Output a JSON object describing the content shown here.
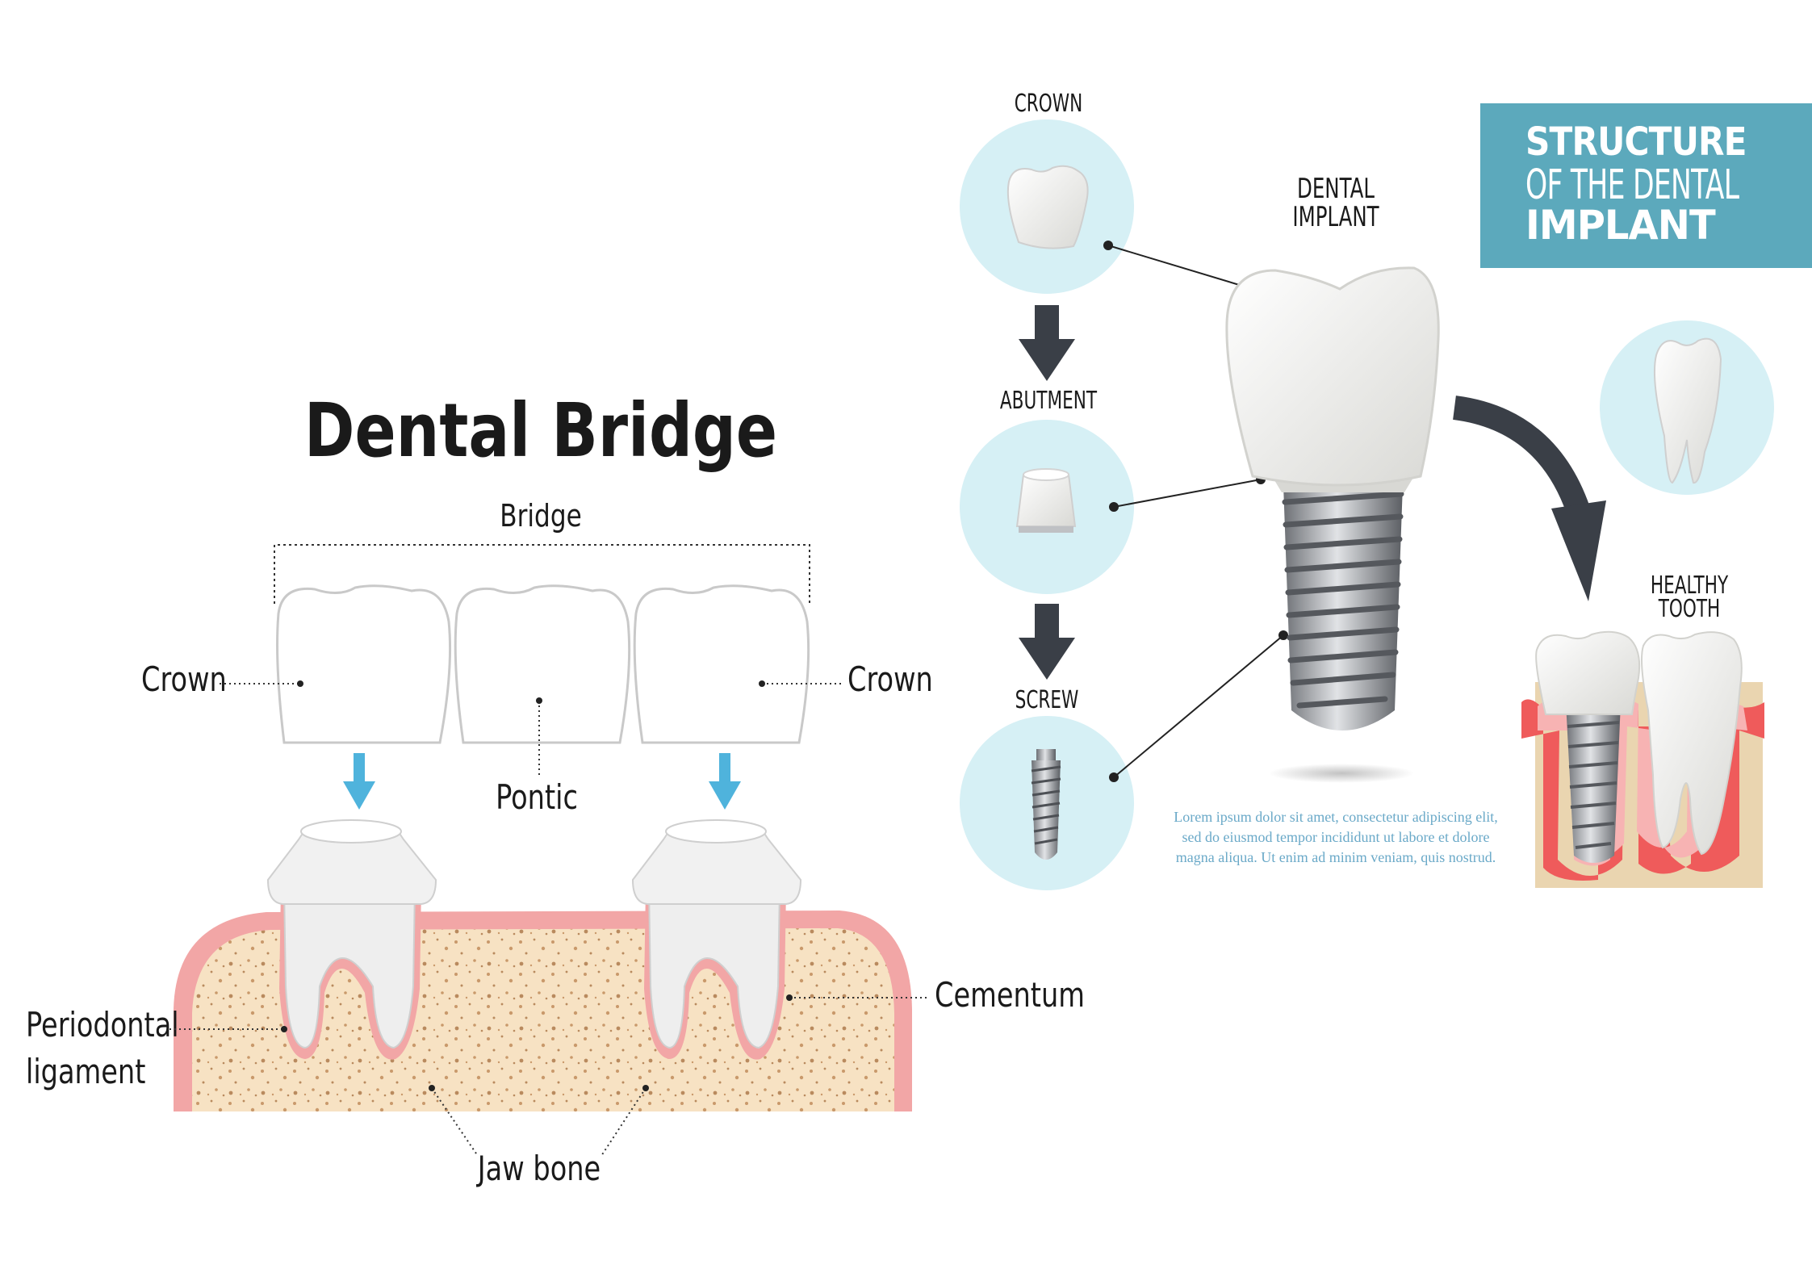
{
  "bridge": {
    "title": "Dental Bridge",
    "bridge_label": "Bridge",
    "crown_left": "Crown",
    "crown_right": "Crown",
    "pontic": "Pontic",
    "periodontal_line1": "Periodontal",
    "periodontal_line2": "ligament",
    "cementum": "Cementum",
    "jaw_bone": "Jaw bone"
  },
  "implant": {
    "heading_line1": "STRUCTURE",
    "heading_line2": "OF THE DENTAL",
    "heading_line3": "IMPLANT",
    "crown": "CROWN",
    "abutment": "ABUTMENT",
    "screw": "SCREW",
    "dental_implant_line1": "DENTAL",
    "dental_implant_line2": "IMPLANT",
    "healthy_line1": "HEALTHY",
    "healthy_line2": "TOOTH",
    "lorem": "Lorem ipsum dolor sit amet, consectetur adipiscing elit, sed do eiusmod tempor incididunt ut labore et dolore magna aliqua. Ut enim ad minim veniam, quis nostrud."
  },
  "colors": {
    "accent_blue": "#5ca9bc",
    "circle_fill": "#d6f0f5",
    "arrow_dark": "#3a3f47",
    "gum_pink": "#f2a6a6",
    "bone_beige": "#f7e2c3",
    "arrow_blue": "#4fb3dc"
  }
}
